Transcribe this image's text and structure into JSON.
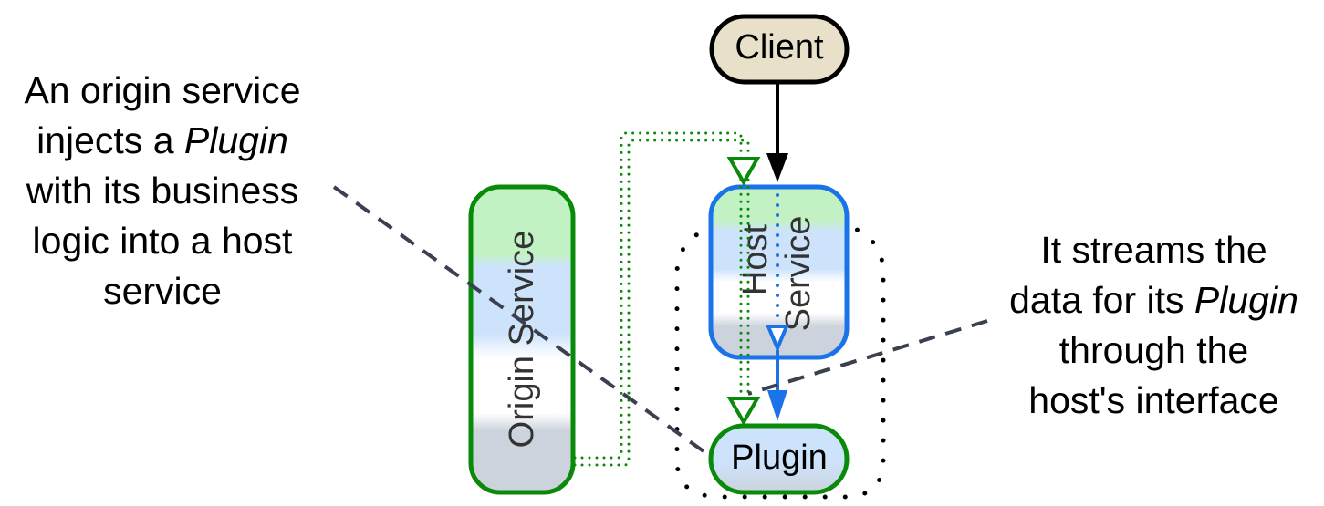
{
  "diagram": {
    "nodes": {
      "client": {
        "label": "Client",
        "fill": "#e8e0c8",
        "stroke": "#000000"
      },
      "origin_service": {
        "label": "Origin Service",
        "stroke": "#0a8a0a"
      },
      "host_service": {
        "label_line1": "Host",
        "label_line2": "Service",
        "stroke": "#1a73e8"
      },
      "plugin": {
        "label": "Plugin",
        "stroke": "#0a8a0a"
      }
    },
    "captions": {
      "left": {
        "line1": "An origin service",
        "line2_prefix": "injects a ",
        "line2_emph": "Plugin",
        "line3": "with its business",
        "line4": "logic into a host",
        "line5": "service"
      },
      "right": {
        "line1": "It streams the",
        "line2_prefix": "data for its ",
        "line2_emph": "Plugin",
        "line3": "through the",
        "line4": "host's interface"
      }
    },
    "edges": [
      {
        "from": "client",
        "to": "host_service",
        "style": "solid",
        "color": "#000000",
        "arrow": "filled"
      },
      {
        "from": "origin_service",
        "to": "host_service",
        "style": "double-dotted",
        "color": "#0a8a0a",
        "arrow": "hollow"
      },
      {
        "from": "origin_service",
        "to": "plugin",
        "style": "double-dotted",
        "color": "#0a8a0a",
        "arrow": "hollow"
      },
      {
        "from": "host_service",
        "to": "plugin",
        "style": "dotted-then-solid",
        "color": "#1a73e8",
        "arrow": "hollow+filled"
      }
    ],
    "annotation_lines": [
      {
        "from": "caption-left",
        "to": "plugin",
        "style": "dashed",
        "color": "#3a4050"
      },
      {
        "from": "caption-right",
        "to": "origin-to-plugin-edge",
        "style": "dashed",
        "color": "#3a4050"
      }
    ],
    "group": {
      "members": [
        "host_service",
        "plugin"
      ],
      "style": "dotted",
      "color": "#000000"
    },
    "gradient_colors": {
      "green": "#c2f2c4",
      "blue": "#cde3fb",
      "white": "#ffffff",
      "gray": "#ccd3dc",
      "plugin_top": "#cde3fb",
      "plugin_bottom": "#ccd3dc"
    }
  }
}
